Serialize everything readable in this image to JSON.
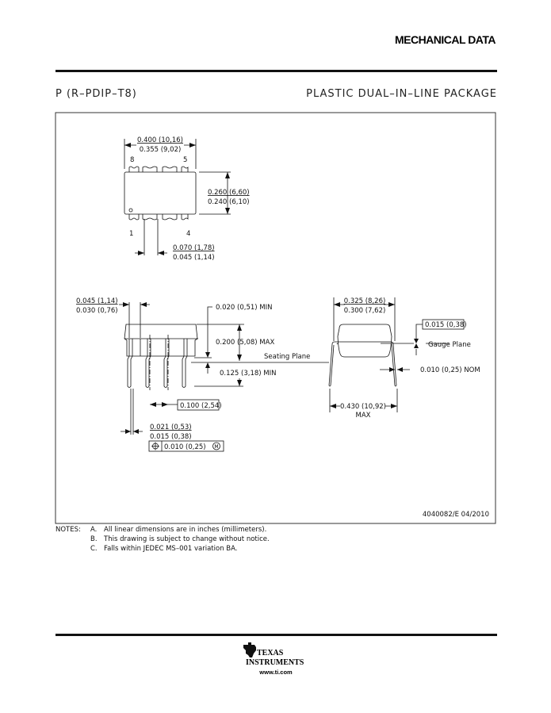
{
  "header": {
    "title": "MECHANICAL DATA"
  },
  "package": {
    "code": "P (R–PDIP–T8)",
    "name": "PLASTIC DUAL–IN–LINE PACKAGE"
  },
  "top_view": {
    "pin_labels": [
      "8",
      "5",
      "1",
      "4"
    ],
    "width_max": "0.400 (10,16)",
    "width_min": "0.355 (9,02)",
    "height_max": "0.260 (6,60)",
    "height_min": "0.240 (6,10)",
    "pin_width_max": "0.070 (1,78)",
    "pin_width_min": "0.045 (1,14)"
  },
  "side_view": {
    "shoulder_max": "0.045 (1,14)",
    "shoulder_min": "0.030 (0,76)",
    "standoff": "0.020 (0,51) MIN",
    "height": "0.200 (5,08) MAX",
    "seating_plane": "Seating Plane",
    "lead_length": "0.125 (3,18) MIN",
    "pitch": "0.100 (2,54)",
    "lead_width_max": "0.021 (0,53)",
    "lead_width_min": "0.015 (0,38)",
    "tolerance": "0.010 (0,25)",
    "tolerance_modifier": "M"
  },
  "end_view": {
    "width_max": "0.325 (8,26)",
    "width_min": "0.300 (7,62)",
    "gauge_offset": "0.015 (0,38)",
    "gauge_plane": "Gauge Plane",
    "lead_thickness": "0.010 (0,25) NOM",
    "span_max": "0.430 (10,92)",
    "span_max_label": "MAX"
  },
  "drawing_id": "4040082/E  04/2010",
  "notes": {
    "label": "NOTES:",
    "items": [
      {
        "letter": "A.",
        "text": "All linear dimensions are in inches (millimeters)."
      },
      {
        "letter": "B.",
        "text": "This drawing is subject to change without notice."
      },
      {
        "letter": "C.",
        "text": "Falls within JEDEC MS–001 variation BA."
      }
    ]
  },
  "footer": {
    "logo_line1": "TEXAS",
    "logo_line2": "INSTRUMENTS",
    "url": "www.ti.com"
  }
}
